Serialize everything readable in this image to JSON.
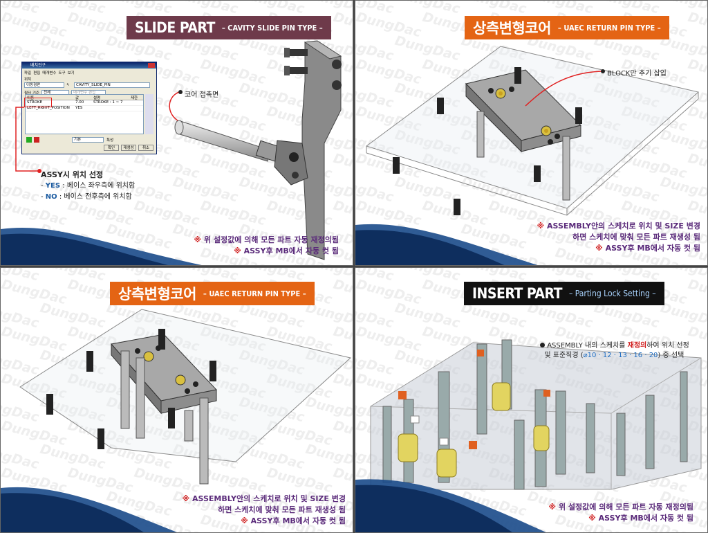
{
  "watermark": "DungDac",
  "panel1": {
    "title_main": "SLIDE PART",
    "title_sub": "CAVITY SLIDE PIN TYPE",
    "dialog": {
      "title": "배치전구",
      "menu": [
        "파일",
        "편집",
        "매개변수",
        "도구",
        "보기"
      ],
      "label_position": "위치",
      "field_left": "이동형판",
      "field_right": "CAVITY_SLIDE_PIN",
      "label_filter": "필터 기준",
      "field_filter": "전체",
      "field_filter2": "매개변수 편집",
      "columns": [
        "이름",
        "값",
        "설명",
        "제한"
      ],
      "rows": [
        [
          "STROKE",
          "7.00",
          "STROKE : 1 ~ 7",
          ""
        ],
        [
          "LEFT_RIGHT_POSITION",
          "YES",
          "",
          ""
        ]
      ],
      "bottom_select": "기본",
      "bottom_btn": "특성",
      "buttons": [
        "확인",
        "재생성",
        "취소"
      ]
    },
    "callout_core": "코어 접촉면",
    "assy_title": "ASSY시 위치 선정",
    "assy_yes_key": "YES",
    "assy_yes_val": "베이스 좌우측에 위치함",
    "assy_no_key": "NO",
    "assy_no_val": "베이스 전후측에 위치함",
    "note1": "위 설정값에 의해 모든 파트 자동 재정의됨",
    "note2": "ASSY후 MB에서 자동 컷 됨"
  },
  "panel2": {
    "title_main": "상측변형코어",
    "title_sub": "UAEC RETURN PIN TYPE",
    "callout_block": "BLOCK만 추기 삽입",
    "note1": "ASSEMBLY안의 스케치로 위치 및 SIZE 변경",
    "note2": "하면 스케치에 맞춰 모든 파트 재생성 됨",
    "note3": "ASSY후 MB에서 자동 컷 됨"
  },
  "panel3": {
    "title_main": "상측변형코어",
    "title_sub": "UAEC RETURN PIN TYPE",
    "note1": "ASSEMBLY안의 스케치로 위치 및 SIZE 변경",
    "note2": "하면 스케치에 맞춰 모든 파트 재생성 됨",
    "note3": "ASSY후 MB에서 자동 컷 됨"
  },
  "panel4": {
    "title_main": "INSERT PART",
    "title_sub": "Parting Lock Setting",
    "note_line1_a": "ASSEMBLY 내의 스케치를 ",
    "note_line1_red": "재정의",
    "note_line1_b": "하여 위치 선정",
    "note_line2_a": "및 표준직경 (",
    "note_line2_blue": "⌀10 · 12 · 13 · 16 · 20",
    "note_line2_b": ") 중 선택",
    "note1": "위 설정값에 의해 모든 파트 자동 재정의됨",
    "note2": "ASSY후 MB에서 자동 컷 됨"
  },
  "colors": {
    "title_dark": "#6e3a4a",
    "title_orange": "#e46414",
    "title_black": "#111111",
    "note_purple": "#5a2a7a",
    "accent_red": "#d02020"
  }
}
